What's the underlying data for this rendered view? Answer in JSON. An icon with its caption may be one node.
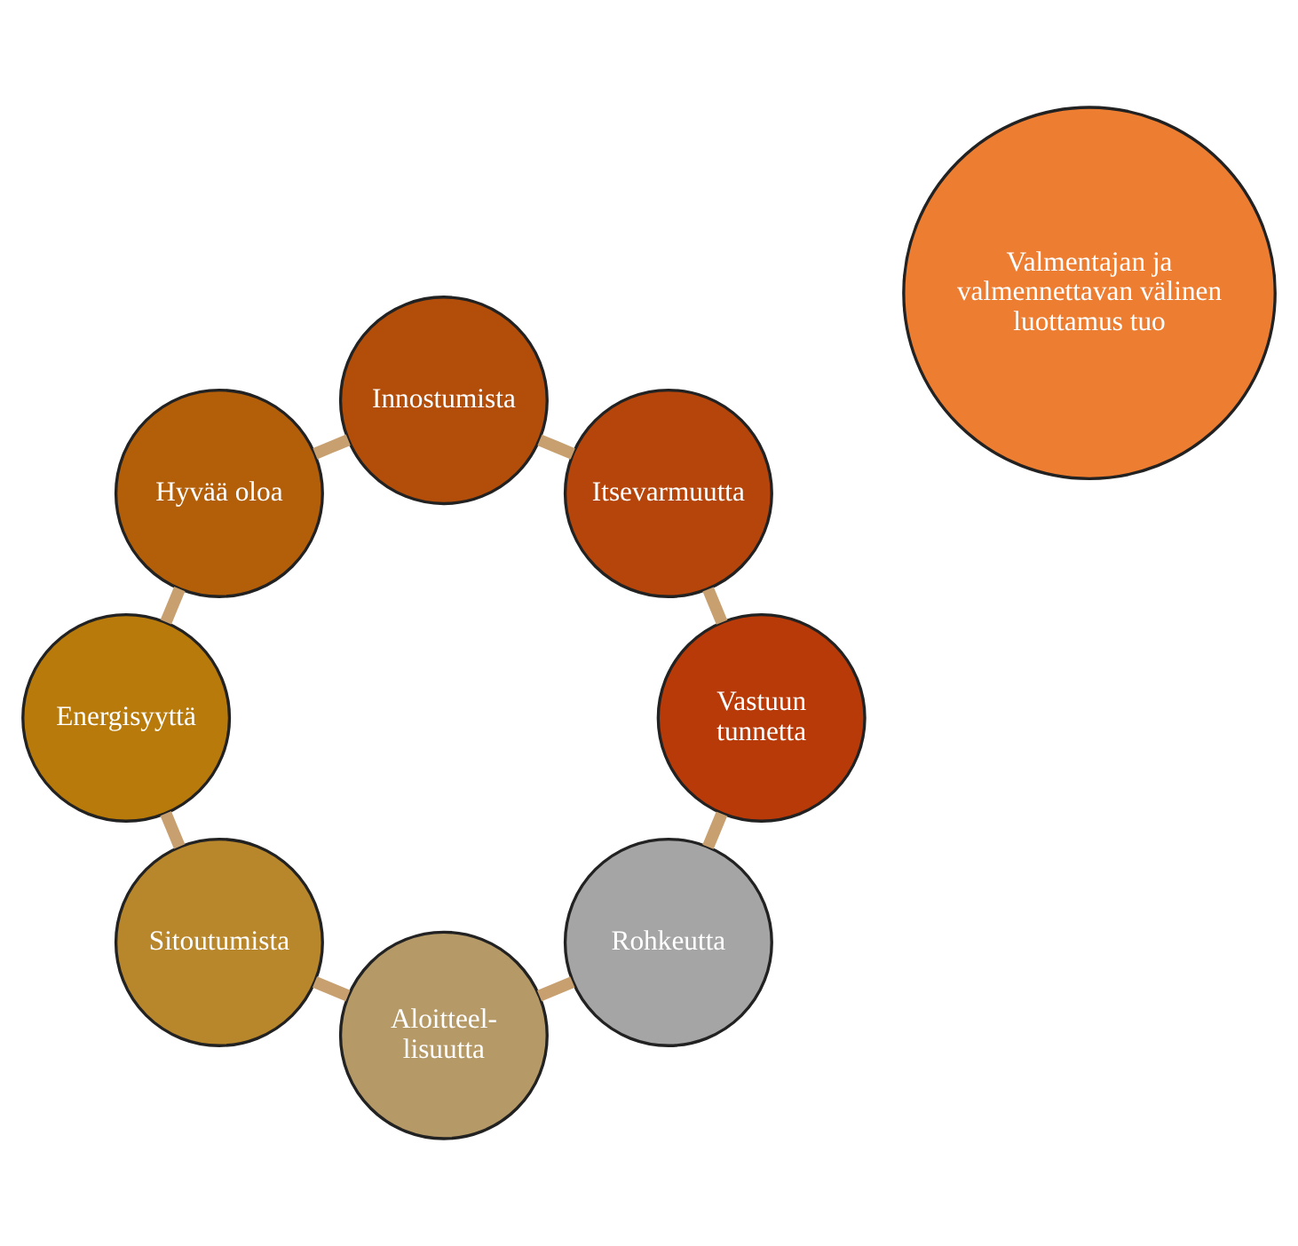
{
  "diagram": {
    "nodes": [
      {
        "text": [
          "Valmentajan ja valmennettavan välinen luottamus tuo"
        ]
      },
      {
        "text": [
          "Rohkeutta"
        ]
      },
      {
        "text": [
          "Aloitteel- lisuutta"
        ]
      },
      {
        "text": [
          "Sitoutumista"
        ]
      },
      {
        "text": [
          "Energisyyttä"
        ]
      },
      {
        "text": [
          "Hyvää oloa"
        ]
      },
      {
        "text": [
          "Innostumista"
        ]
      },
      {
        "text": [
          "Itsevarmuutta"
        ]
      },
      {
        "text": [
          "Vastuun tunnetta"
        ]
      }
    ],
    "edges": [
      {
        "from": 1,
        "to": 2,
        "arrow": "none"
      },
      {
        "from": 2,
        "to": 3,
        "arrow": "none"
      },
      {
        "from": 3,
        "to": 4,
        "arrow": "none"
      },
      {
        "from": 4,
        "to": 5,
        "arrow": "none"
      },
      {
        "from": 5,
        "to": 6,
        "arrow": "none"
      },
      {
        "from": 6,
        "to": 7,
        "arrow": "none"
      },
      {
        "from": 7,
        "to": 8,
        "arrow": "none"
      },
      {
        "from": 8,
        "to": 1,
        "arrow": "none"
      }
    ]
  }
}
